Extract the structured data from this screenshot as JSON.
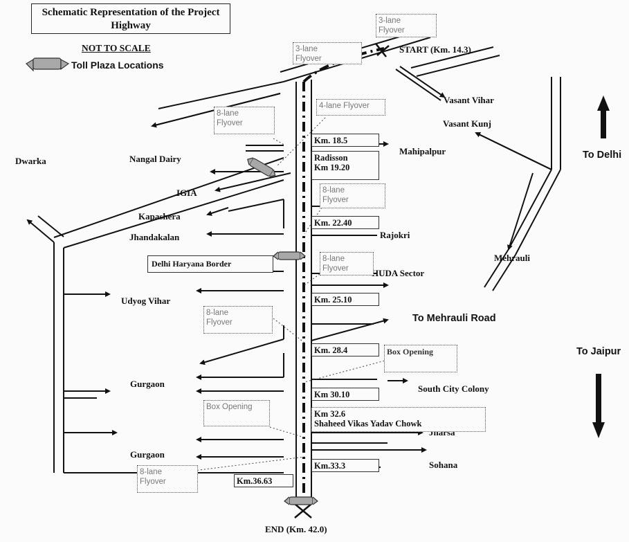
{
  "title": {
    "line1": "Schematic Representation of the Project",
    "line2": "Highway"
  },
  "legend": {
    "scale_note": "NOT TO SCALE",
    "toll_label": "Toll Plaza Locations"
  },
  "directions": {
    "to_delhi": "To Delhi",
    "to_jaipur": "To Jaipur",
    "to_mehrauli_road": "To Mehrauli Road"
  },
  "endpoints": {
    "start": "START (Km. 14.3)",
    "end": "END (Km. 42.0)"
  },
  "places": {
    "vasant_vihar": "Vasant Vihar",
    "vasant_kunj": "Vasant Kunj",
    "dwarka": "Dwarka",
    "nangal_dairy": "Nangal Dairy",
    "mahipalpur": "Mahipalpur",
    "igia": "IGIA",
    "kapashera": "Kapashera",
    "jhandakalan": "Jhandakalan",
    "rajokri": "Rajokri",
    "huda_sector": "HUDA Sector",
    "mehrauli": "Mehrauli",
    "udyog_vihar": "Udyog Vihar",
    "gurgaon_1": "Gurgaon",
    "gurgaon_2": "Gurgaon",
    "south_city_colony": "South City Colony",
    "jharsa": "Jharsa",
    "sohana": "Sohana"
  },
  "flyovers": {
    "f1": {
      "l1": "3-lane",
      "l2": "Flyover"
    },
    "f2": {
      "l1": "3-lane",
      "l2": "Flyover"
    },
    "f3": {
      "l1": "8-lane",
      "l2": "Flyover"
    },
    "f4": {
      "l1": "4-lane Flyover"
    },
    "f5": {
      "l1": "8-lane",
      "l2": "Flyover"
    },
    "f6": {
      "l1": "8-lane",
      "l2": "Flyover"
    },
    "f7": {
      "l1": "8-lane",
      "l2": "Flyover"
    },
    "f8": {
      "l1": "8-lane",
      "l2": "Flyover"
    },
    "box1": "Box Opening",
    "box2": "Box Opening"
  },
  "km_markers": {
    "km_18_5": "Km. 18.5",
    "radisson_l1": "Radisson",
    "radisson_l2": "Km 19.20",
    "km_22_40": "Km. 22.40",
    "km_25_10": "Km. 25.10",
    "km_28_4": "Km. 28.4",
    "km_30_10": "Km 30.10",
    "km_32_6": "Km 32.6",
    "shaheed": "Shaheed Vikas Yadav Chowk",
    "km_33_3": "Km.33.3",
    "km_36_63": "Km.36.63"
  },
  "border_label": "Delhi Haryana Border",
  "colors": {
    "ink": "#111111",
    "dotted_box": "#555555",
    "flyover_text": "#777777",
    "toll": "#9a9a9a"
  }
}
